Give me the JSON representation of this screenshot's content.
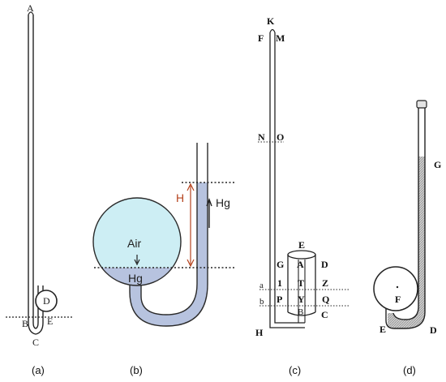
{
  "panels": {
    "a": {
      "caption": "(a)",
      "labels": {
        "top": "A",
        "bulb": "D",
        "left": "B",
        "right": "E",
        "bottom": "C"
      }
    },
    "b": {
      "caption": "(b)",
      "air_label": "Air",
      "hg_bulb_label": "Hg",
      "hg_tube_label": "Hg",
      "height_label": "H",
      "colors": {
        "air": "#cdeef4",
        "mercury": "#b7c3df",
        "height_arrow": "#b5431e",
        "outline": "#2a2a2a"
      }
    },
    "c": {
      "caption": "(c)",
      "labels": {
        "K": "K",
        "F": "F",
        "M": "M",
        "N": "N",
        "O": "O",
        "E": "E",
        "G": "G",
        "A": "A",
        "D": "D",
        "a": "a",
        "one": "1",
        "T": "T",
        "Z": "Z",
        "b": "b",
        "P": "P",
        "Y": "Y",
        "Q": "Q",
        "B": "B",
        "C": "C",
        "H": "H"
      }
    },
    "d": {
      "caption": "(d)",
      "labels": {
        "G": "G",
        "F": "F",
        "E": "E",
        "D": "D"
      }
    }
  }
}
